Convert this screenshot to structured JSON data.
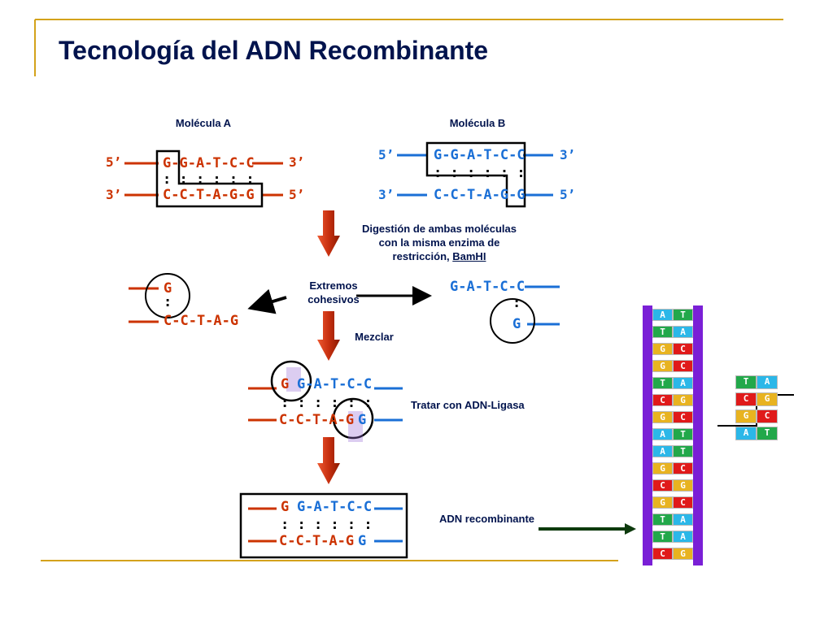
{
  "title": "Tecnología del ADN Recombinante",
  "molecule_a": {
    "label": "Molécula A",
    "top_5": "5’",
    "top_seq": "G-G-A-T-C-C",
    "top_3": "3’",
    "dots": ": : : : : :",
    "bot_3": "3’",
    "bot_seq": "C-C-T-A-G-G",
    "bot_5": "5’"
  },
  "molecule_b": {
    "label": "Molécula B",
    "top_5": "5’",
    "top_seq": "G-G-A-T-C-C",
    "top_3": "3’",
    "dots": ": : : : : :",
    "bot_3": "3’",
    "bot_seq": "C-C-T-A-G-G",
    "bot_5": "5’"
  },
  "digestion_text_1": "Digestión de ambas moléculas",
  "digestion_text_2": "con la misma enzima de",
  "digestion_text_3": "restricción, ",
  "enzyme": "BamHI",
  "sticky_ends_1": "Extremos",
  "sticky_ends_2": "cohesivos",
  "frag_left": {
    "top": "G",
    "dots": ":",
    "bot": "C-C-T-A-G"
  },
  "frag_right": {
    "top": "G-A-T-C-C",
    "dots": ":",
    "bot": "G"
  },
  "mix_label": "Mezclar",
  "mixed": {
    "top_left": "G",
    "top_right": "G-A-T-C-C",
    "dots": ": : : : : :",
    "bot_left": "C-C-T-A-G",
    "bot_right": "G"
  },
  "ligase_label": "Tratar con ADN-Ligasa",
  "final": {
    "top_left": "G",
    "top_right": "G-A-T-C-C",
    "dots": ": : : : : :",
    "bot_left": "C-C-T-A-G",
    "bot_right": "G"
  },
  "recombinant_label": "ADN recombinante",
  "ladder": [
    [
      "A",
      "T"
    ],
    [
      "T",
      "A"
    ],
    [
      "G",
      "C"
    ],
    [
      "G",
      "C"
    ],
    [
      "T",
      "A"
    ],
    [
      "C",
      "G"
    ],
    [
      "G",
      "C"
    ],
    [
      "A",
      "T"
    ],
    [
      "A",
      "T"
    ],
    [
      "G",
      "C"
    ],
    [
      "C",
      "G"
    ],
    [
      "G",
      "C"
    ],
    [
      "T",
      "A"
    ],
    [
      "T",
      "A"
    ],
    [
      "C",
      "G"
    ]
  ],
  "inset": [
    [
      "T",
      "A"
    ],
    [
      "C",
      "G"
    ],
    [
      "G",
      "C"
    ],
    [
      "A",
      "T"
    ]
  ],
  "colors": {
    "title": "#00134d",
    "red": "#cc3300",
    "blue": "#1a6fd6",
    "rule": "#d4a21b",
    "backbone": "#7a1fd6",
    "base_A": "#2bb7e8",
    "base_T": "#22a84a",
    "base_G": "#e8b320",
    "base_C": "#e01a1a",
    "green_arrow": "#0d3a0d"
  }
}
